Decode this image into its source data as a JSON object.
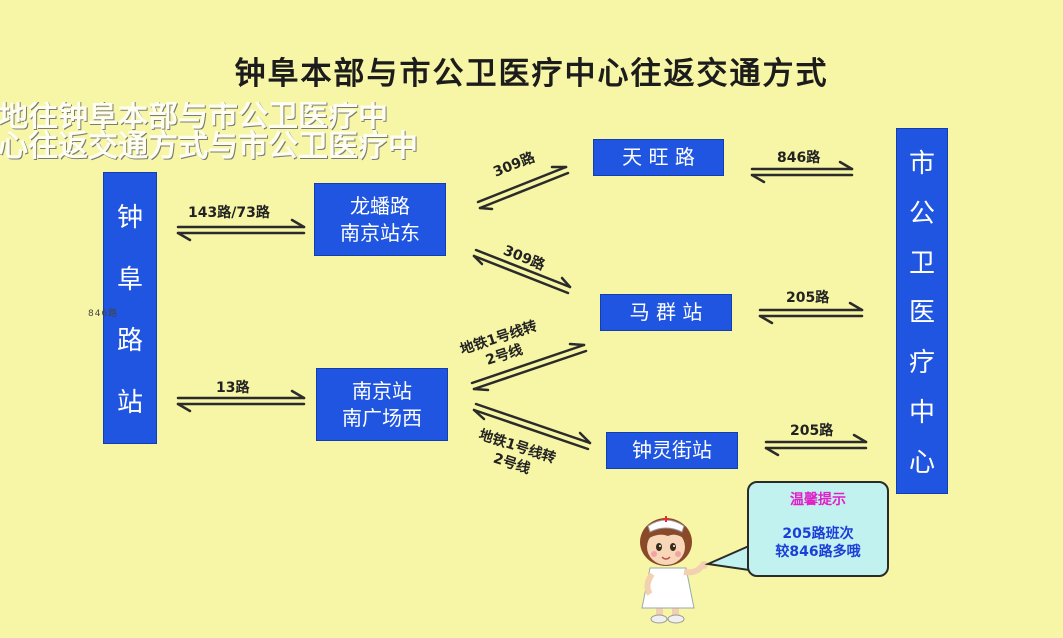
{
  "title": "钟阜本部与市公卫医疗中心往返交通方式",
  "ghost_text": [
    "地往钟阜本部与市公卫医疗中",
    "心往返交通方式与市公卫医疗中"
  ],
  "nodes": {
    "zhongfu": [
      "钟",
      "阜",
      "路",
      "站"
    ],
    "longpan": [
      "龙蟠路",
      "南京站东"
    ],
    "nanjing": [
      "南京站",
      "南广场西"
    ],
    "tianwang": "天 旺 路",
    "maqun": "马 群 站",
    "zhongling": "钟灵街站",
    "hospital": [
      "市",
      "公",
      "卫",
      "医",
      "疗",
      "中",
      "心"
    ]
  },
  "edges": {
    "e1": "143路/73路",
    "e2": "13路",
    "e3": "309路",
    "e4": "309路",
    "e5": [
      "地铁1号线转",
      "2号线"
    ],
    "e6": [
      "地铁1号线转",
      "2号线"
    ],
    "e7": "846路",
    "e8": "205路",
    "e9": "205路"
  },
  "faint_text": "846路",
  "tip": {
    "title": "温馨提示",
    "body": [
      "205路班次",
      "较846路多哦"
    ]
  },
  "colors": {
    "background": "#f7f6a6",
    "box": "#1f55e0",
    "tip_title": "#e020c8",
    "tip_body": "#1c3ed8"
  }
}
